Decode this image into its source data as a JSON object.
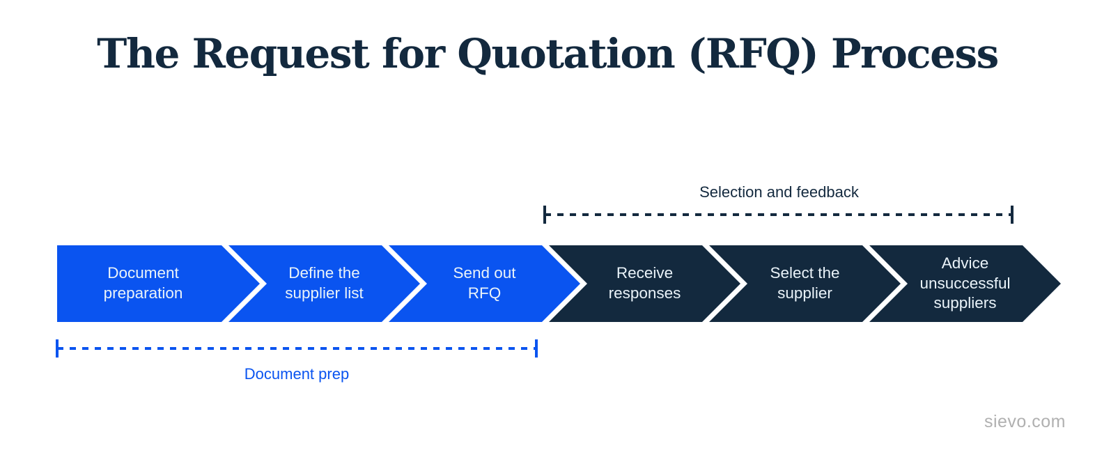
{
  "title": "The Request for Quotation (RFQ) Process",
  "colors": {
    "blue": "#0A54F0",
    "navy": "#13293E",
    "step-text": "#EAF3F9",
    "gray": "#B0B0B0"
  },
  "process": {
    "steps": [
      {
        "label": "Document\npreparation",
        "phase": "blue"
      },
      {
        "label": "Define the\nsupplier list",
        "phase": "blue"
      },
      {
        "label": "Send out\nRFQ",
        "phase": "blue"
      },
      {
        "label": "Receive\nresponses",
        "phase": "navy"
      },
      {
        "label": "Select the\nsupplier",
        "phase": "navy"
      },
      {
        "label": "Advice\nunsuccessful\nsuppliers",
        "phase": "navy"
      }
    ]
  },
  "brackets": {
    "top": {
      "label": "Selection and feedback"
    },
    "bottom": {
      "label": "Document prep"
    }
  },
  "footer": {
    "site": "sievo.com"
  }
}
